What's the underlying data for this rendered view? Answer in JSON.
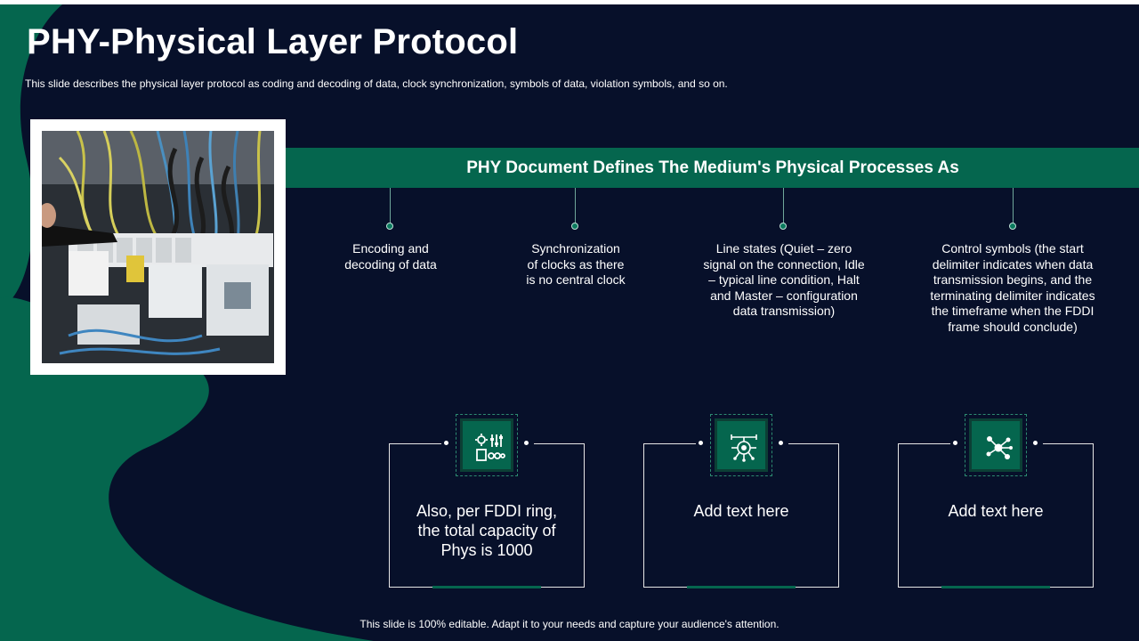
{
  "title": "PHY-Physical Layer Protocol",
  "subtitle": "This slide describes the physical layer protocol as coding and decoding of data, clock synchronization, symbols of data, violation symbols, and so on.",
  "banner": "PHY Document Defines The Medium's Physical Processes As",
  "points": [
    "Encoding and\ndecoding of data",
    "Synchronization\nof clocks as there\nis no central clock",
    "Line states (Quiet – zero\nsignal on the connection, Idle\n– typical line condition, Halt\nand Master – configuration\ndata transmission)",
    "Control symbols (the start\ndelimiter indicates when data\ntransmission begins, and the\nterminating delimiter indicates\nthe timeframe when the FDDI\nframe should conclude)"
  ],
  "cards": [
    {
      "text": "Also, per FDDI ring,\nthe total capacity of\nPhys is 1000",
      "icon": "control-panel-icon"
    },
    {
      "text": "Add text here",
      "icon": "circuit-chip-icon"
    },
    {
      "text": "Add text here",
      "icon": "network-nodes-icon"
    }
  ],
  "footer": "This slide is 100% editable. Adapt it to your needs and capture your audience's attention.",
  "colors": {
    "background": "#07102a",
    "accent": "#05664e",
    "text": "#ffffff"
  }
}
